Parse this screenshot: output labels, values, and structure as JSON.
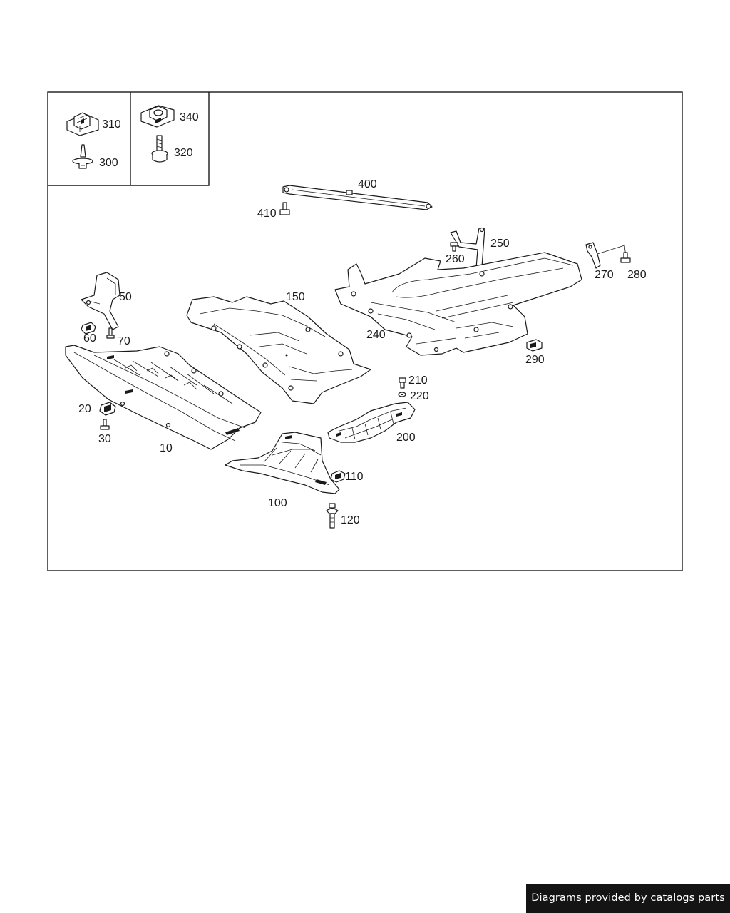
{
  "labels": {
    "p10": "10",
    "p20": "20",
    "p30": "30",
    "p50": "50",
    "p60": "60",
    "p70": "70",
    "p100": "100",
    "p110": "110",
    "p120": "120",
    "p150": "150",
    "p200": "200",
    "p210": "210",
    "p220": "220",
    "p240": "240",
    "p250": "250",
    "p260": "260",
    "p270": "270",
    "p280": "280",
    "p290": "290",
    "p300": "300",
    "p310": "310",
    "p320": "320",
    "p340": "340",
    "p400": "400",
    "p410": "410"
  },
  "footer": {
    "credit": "Diagrams provided by catalogs parts"
  }
}
